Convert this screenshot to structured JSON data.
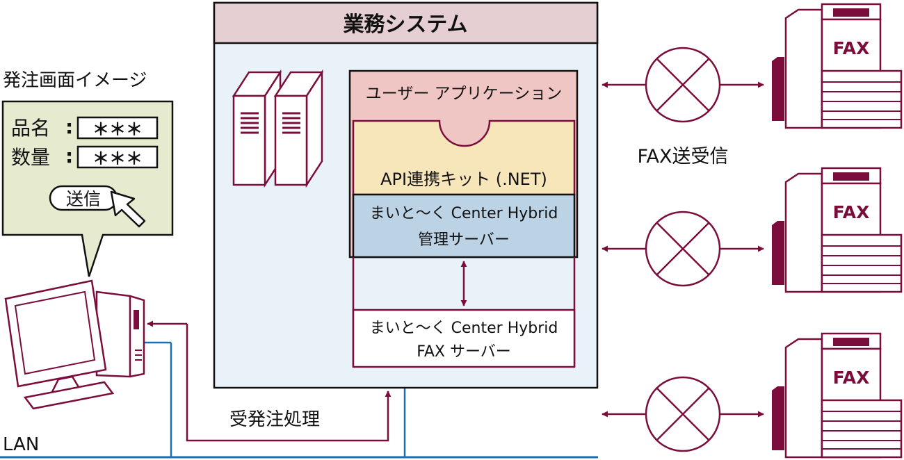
{
  "system": {
    "title": "業務システム",
    "user_app": "ユーザー アプリケーション",
    "api_kit": "API連携キット (.NET)",
    "manage_server_line1": "まいと～く Center Hybrid",
    "manage_server_line2": "管理サーバー",
    "fax_server_line1": "まいと～く Center Hybrid",
    "fax_server_line2": "FAX サーバー"
  },
  "order_screen": {
    "caption": "発注画面イメージ",
    "rows": [
      {
        "label": "品名",
        "colon": ":",
        "value": "＊＊＊"
      },
      {
        "label": "数量",
        "colon": ":",
        "value": "＊＊＊"
      }
    ],
    "send_button": "送信"
  },
  "labels": {
    "fax_send_receive": "FAX送受信",
    "order_processing": "受発注処理",
    "lan": "LAN"
  },
  "fax_machines": [
    {
      "label": "FAX"
    },
    {
      "label": "FAX"
    },
    {
      "label": "FAX"
    }
  ],
  "colors": {
    "maroon": "#7a0d3c",
    "title_bar": "#e6cfd2",
    "system_bg": "#e9f2f9",
    "user_app_bg": "#f0c6c5",
    "api_kit_bg": "#f8e6bb",
    "manage_server_bg": "#bcd3e5",
    "order_panel_bg": "#e6eacf",
    "lan_blue": "#1b6fb0"
  }
}
